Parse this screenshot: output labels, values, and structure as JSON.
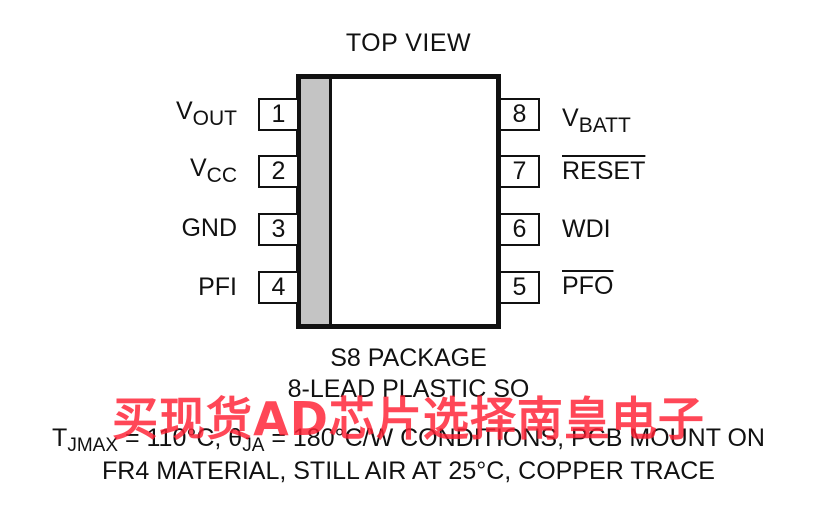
{
  "title": "TOP VIEW",
  "pins_left": [
    {
      "num": "1",
      "name": "V",
      "sub": "OUT"
    },
    {
      "num": "2",
      "name": "V",
      "sub": "CC"
    },
    {
      "num": "3",
      "name": "GND",
      "sub": ""
    },
    {
      "num": "4",
      "name": "PFI",
      "sub": ""
    }
  ],
  "pins_right": [
    {
      "num": "8",
      "name": "V",
      "sub": "BATT"
    },
    {
      "num": "7",
      "name": "RESET",
      "sub": ""
    },
    {
      "num": "6",
      "name": "WDI",
      "sub": ""
    },
    {
      "num": "5",
      "name": "PFO",
      "sub": ""
    }
  ],
  "package": {
    "line1": "S8 PACKAGE",
    "line2": "8-LEAD PLASTIC SO"
  },
  "thermal": {
    "t": "T",
    "t_sub": "JMAX",
    "part1": " = 110°C, θ",
    "theta_sub": "JA",
    "part2": " = 180°C/W CONDITIONS, PCB MOUNT ON",
    "line2": "FR4 MATERIAL, STILL AIR AT 25°C, COPPER TRACE"
  },
  "watermark": "买现货AD芯片选择南皇电子"
}
